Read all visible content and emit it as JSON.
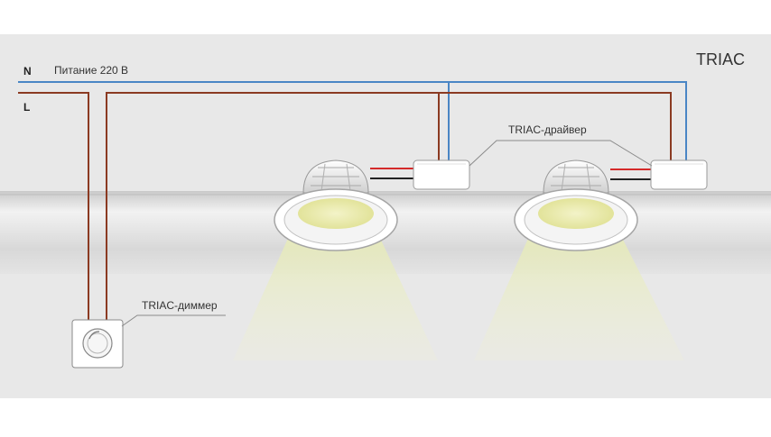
{
  "title": "TRIAC",
  "labels": {
    "neutral": "N",
    "line": "L",
    "power": "Питание 220 В",
    "driver": "TRIAC-драйвер",
    "dimmer": "TRIAC-диммер"
  },
  "colors": {
    "background": "#e8e8e8",
    "ceiling": "#dcdcdc",
    "neutral_wire": "#4a86c5",
    "line_wire": "#8b3a22",
    "red_wire": "#d42a2a",
    "black_wire": "#222222",
    "light_beam": "#e8ebc4",
    "text": "#333333"
  }
}
